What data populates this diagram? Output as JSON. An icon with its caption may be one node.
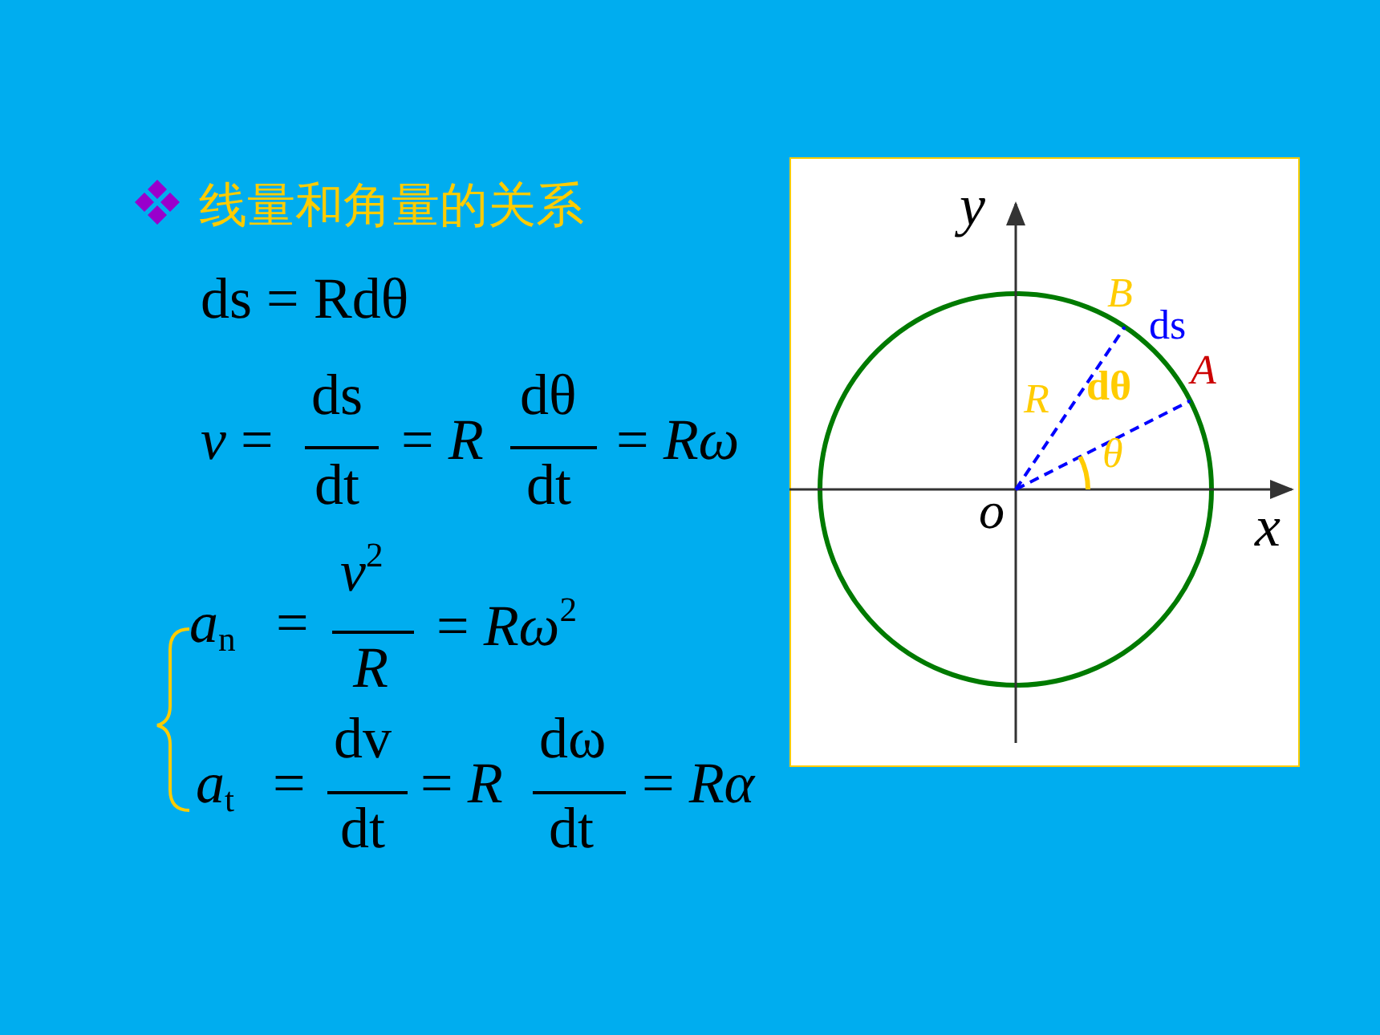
{
  "diagram": {
    "title": "线量和角量的关系",
    "labels": [
      "ds = Rdθ",
      "*v* =",
      "ds",
      "dt",
      "= *R*",
      "dθ",
      "dt",
      "= *Rω*",
      "*a*$_{n}$",
      "=",
      "*v*$^{2}$",
      "*R*",
      "= *Rω*$^{2}$",
      "*a*$_{t}$",
      "=",
      "dv",
      "dt",
      "= *R*",
      "dω",
      "dt",
      "= *Rα*",
      "*y*",
      "*x*",
      "*o*",
      "*B*",
      "ds",
      "*A*",
      "*R*",
      "dθ",
      "*θ*"
    ]
  }
}
